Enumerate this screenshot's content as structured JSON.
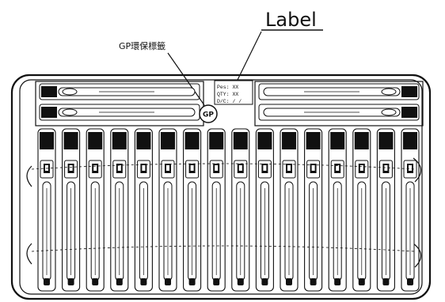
{
  "callouts": {
    "label_title": "Label",
    "gp_title": "GP環保標籤"
  },
  "label_tag": {
    "lines": [
      "Pes: XX",
      "QTY: XX",
      "D/C: / /"
    ]
  },
  "gp_badge": {
    "text": "GP"
  },
  "tray": {
    "top_pocket_rows": 2,
    "top_pockets_per_side": 2,
    "bottom_pocket_count": 16
  }
}
